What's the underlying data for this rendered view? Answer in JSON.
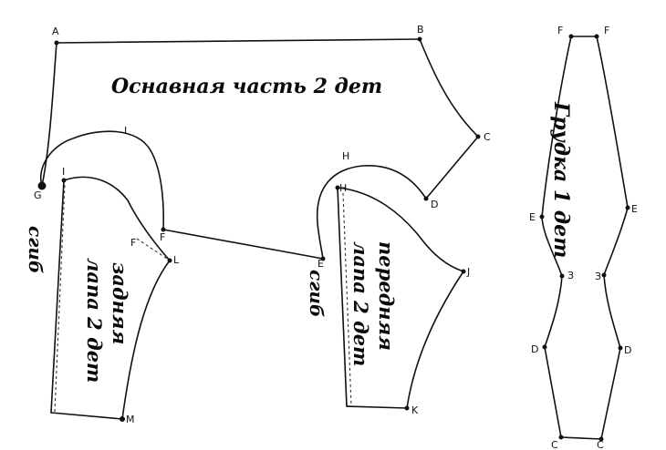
{
  "captions": {
    "main_part": "Оснавная часть 2 дет",
    "chest_piece": "Грудка 1 дет",
    "fold_left": "сгиб",
    "fold_mid": "сгиб",
    "back_paw_1": "задняя",
    "back_paw_2": "лапа 2 дет",
    "front_paw_1": "передняя",
    "front_paw_2": "лапа 2 дет"
  },
  "points": {
    "A": "A",
    "B": "B",
    "C": "C",
    "D": "D",
    "G": "G",
    "I_top": "I",
    "I_inner": "I",
    "F": "F",
    "L": "L",
    "M": "M",
    "F_small": "F",
    "H_top": "H",
    "H_inner": "H",
    "E": "E",
    "J": "J",
    "K": "K",
    "c_F_left": "F",
    "c_F_right": "F",
    "c_E_left": "E",
    "c_E_right": "E",
    "c_3_left": "З",
    "c_3_right": "З",
    "c_D_left": "D",
    "c_D_right": "D",
    "c_C_left": "C",
    "c_C_right": "C"
  }
}
